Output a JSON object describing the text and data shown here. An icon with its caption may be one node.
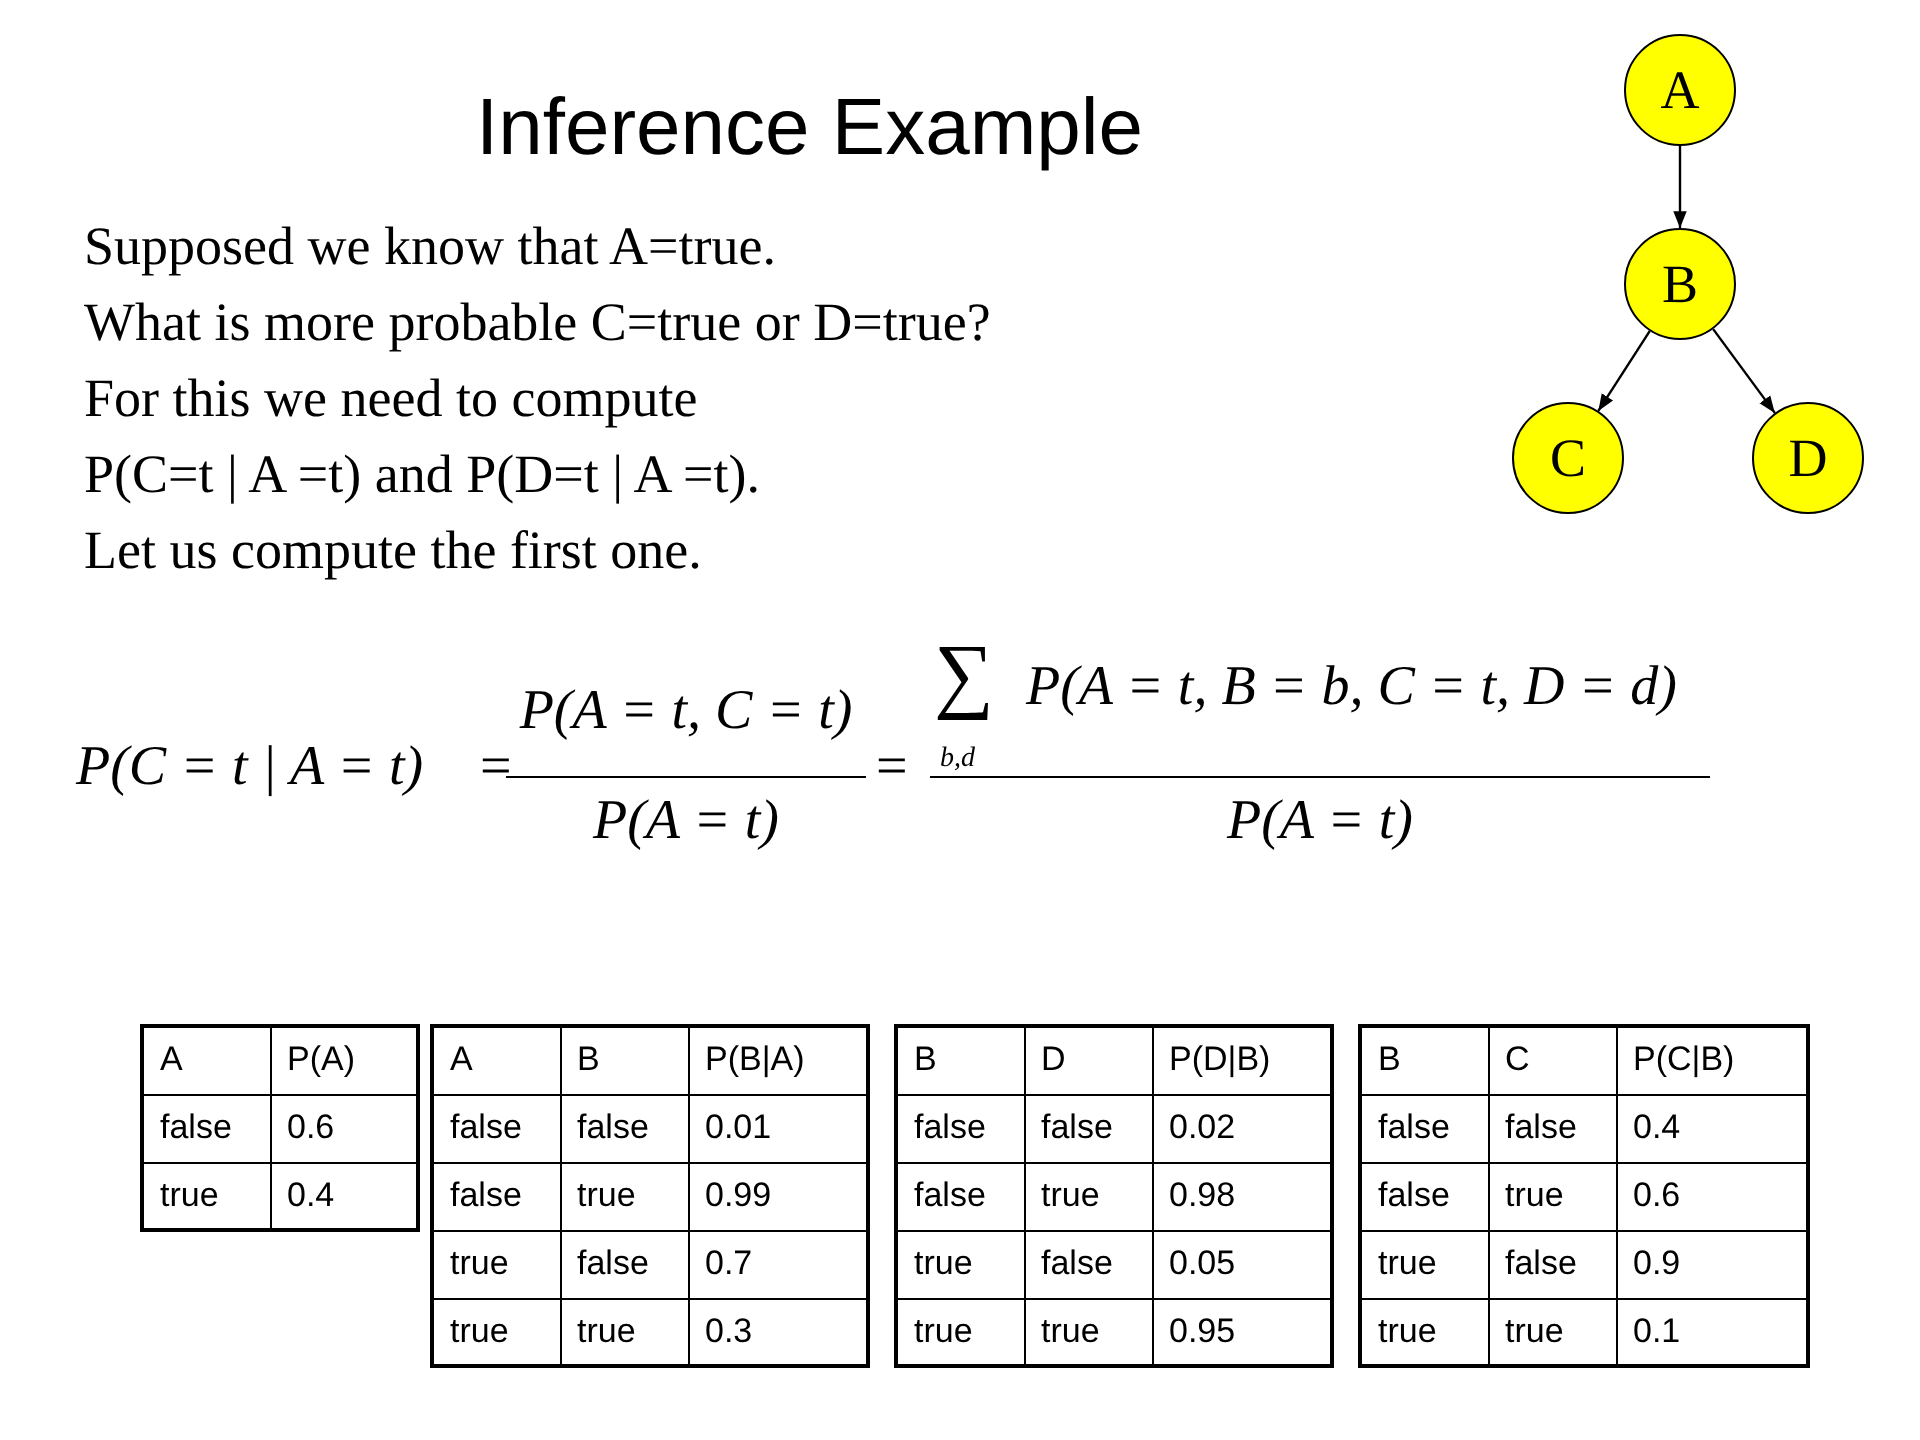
{
  "diagram": {
    "title": "Inference Example",
    "nodes": [
      {
        "text": [
          "A"
        ]
      },
      {
        "text": [
          "B"
        ]
      },
      {
        "text": [
          "C"
        ]
      },
      {
        "text": [
          "D"
        ]
      }
    ],
    "edges": [
      {
        "from": 0,
        "to": 1,
        "arrow": "to"
      },
      {
        "from": 1,
        "to": 2,
        "arrow": "to"
      },
      {
        "from": 1,
        "to": 3,
        "arrow": "to"
      }
    ],
    "labels": [
      "Supposed we know that A=true.",
      "What is more probable C=true or D=true?",
      "For this we need to compute",
      "P(C=t | A =t) and P(D=t | A =t).",
      "Let us compute the first one.",
      "P(C = t | A = t)",
      "=",
      "P(A = t, C = t)",
      "P(A = t)",
      "=",
      "∑",
      "b,d",
      "P(A = t, B = b, C = t, D = d)",
      "P(A = t)",
      "A",
      "P(A)",
      "false",
      "0.6",
      "true",
      "0.4",
      "A",
      "B",
      "P(B|A)",
      "false",
      "false",
      "0.01",
      "false",
      "true",
      "0.99",
      "true",
      "false",
      "0.7",
      "true",
      "true",
      "0.3",
      "B",
      "D",
      "P(D|B)",
      "false",
      "false",
      "0.02",
      "false",
      "true",
      "0.98",
      "true",
      "false",
      "0.05",
      "true",
      "true",
      "0.95",
      "B",
      "C",
      "P(C|B)",
      "false",
      "false",
      "0.4",
      "false",
      "true",
      "0.6",
      "true",
      "false",
      "0.9",
      "true",
      "true",
      "0.1"
    ]
  }
}
